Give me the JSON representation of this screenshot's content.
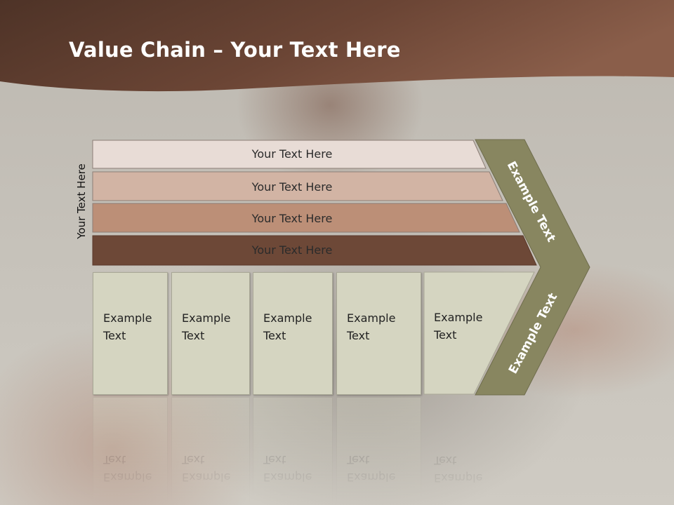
{
  "slide": {
    "title_bold": "Value Chain",
    "title_rest": " – Your Text Here",
    "side_label": "Your Text Here",
    "bars": [
      {
        "label": "Your Text Here",
        "color": "#e8dcd6"
      },
      {
        "label": "Your Text Here",
        "color": "#d2b4a4"
      },
      {
        "label": "Your Text Here",
        "color": "#bc8f77"
      },
      {
        "label": "Your Text Here",
        "color": "#6d4837"
      }
    ],
    "chevron": {
      "top_text": "Example Text",
      "bottom_text": "Example Text",
      "color": "#888660"
    },
    "boxes": [
      {
        "line1": "Example",
        "line2": "Text"
      },
      {
        "line1": "Example",
        "line2": "Text"
      },
      {
        "line1": "Example",
        "line2": "Text"
      },
      {
        "line1": "Example",
        "line2": "Text"
      },
      {
        "line1": "Example",
        "line2": "Text"
      }
    ],
    "colors": {
      "header_dark": "#4e3327",
      "header_light": "#8a5e4a",
      "box_fill": "#d5d5c1"
    }
  }
}
